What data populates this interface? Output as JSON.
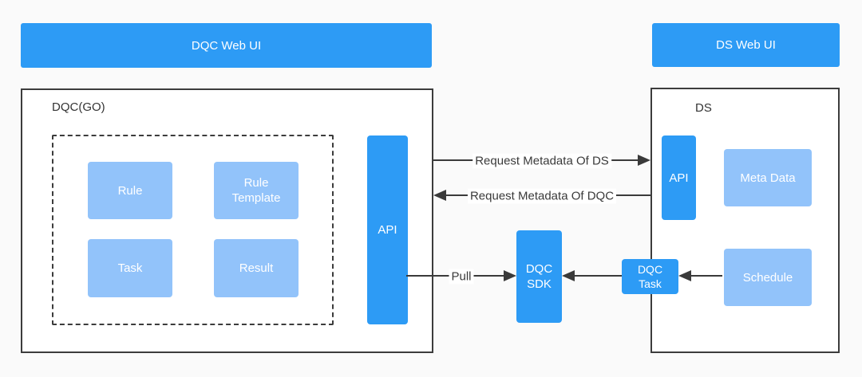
{
  "colors": {
    "accent_blue": "#2d9bf5",
    "light_blue": "#92c3fa",
    "stroke": "#3a3a3a",
    "background": "#fafafa"
  },
  "banners": {
    "dqc_web_ui": "DQC Web UI",
    "ds_web_ui": "DS Web UI"
  },
  "dqc_container": {
    "label": "DQC(GO)",
    "modules": {
      "rule": "Rule",
      "rule_template": [
        "Rule",
        "Template"
      ],
      "task": "Task",
      "result": "Result"
    },
    "api": "API"
  },
  "ds_container": {
    "label": "DS",
    "api": "API",
    "meta_data": "Meta Data",
    "schedule": "Schedule"
  },
  "middle_nodes": {
    "dqc_sdk": [
      "DQC",
      "SDK"
    ],
    "dqc_task": [
      "DQC",
      "Task"
    ]
  },
  "arrows": {
    "request_metadata_of_ds": "Request Metadata Of DS",
    "request_metadata_of_dqc": "Request Metadata Of DQC",
    "pull": "Pull"
  }
}
